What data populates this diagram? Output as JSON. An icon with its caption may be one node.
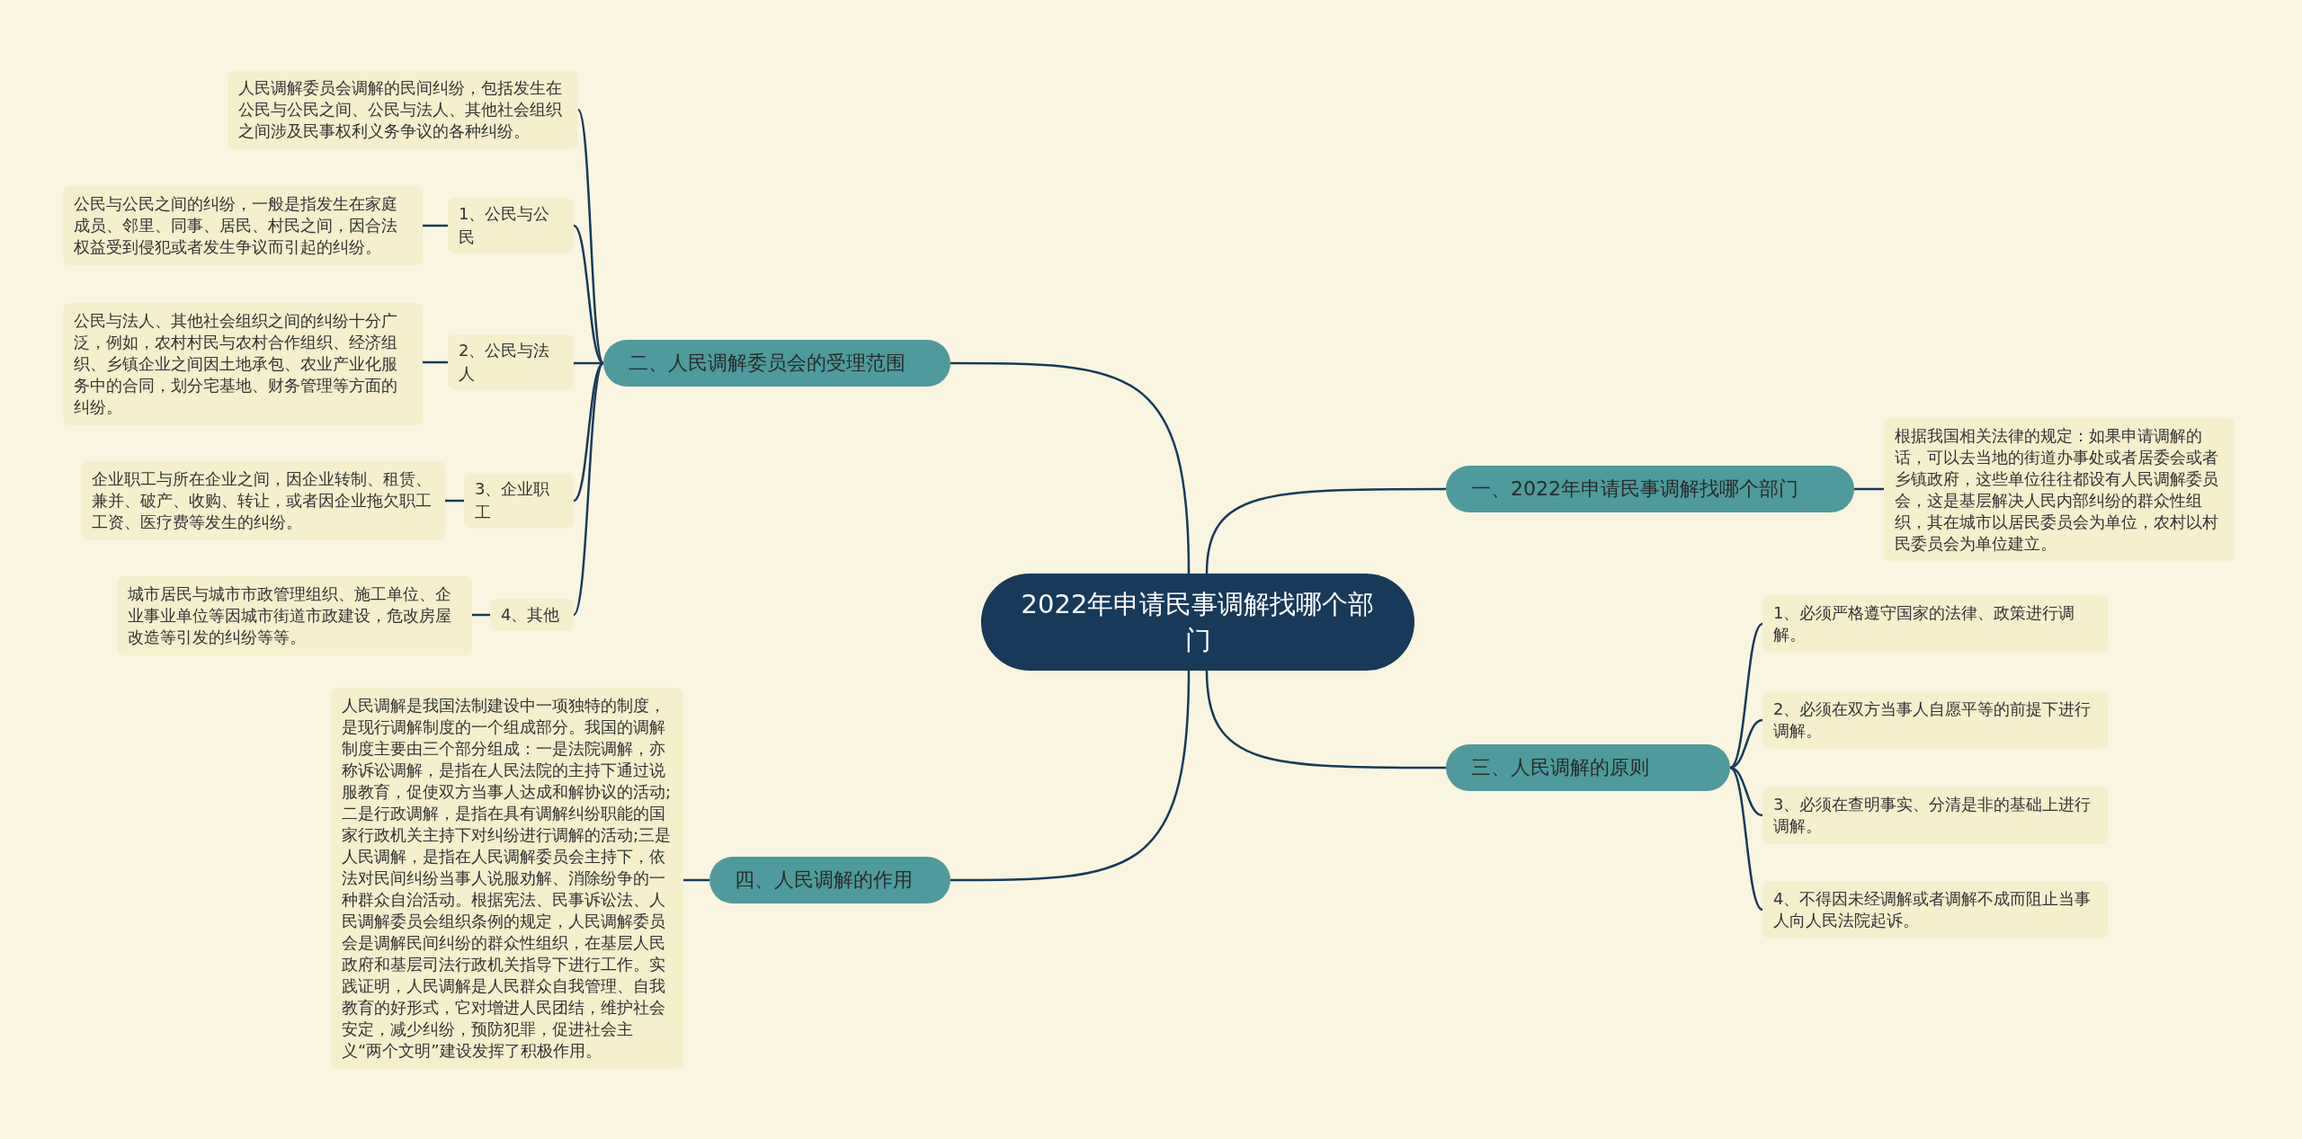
{
  "diagram": {
    "nodes": [
      {
        "text": [
          "2022年申请民事调解找哪个部门"
        ]
      },
      {
        "text": [
          "一、2022年申请民事调解找哪个部门"
        ]
      },
      {
        "text": [
          "根据我国相关法律的规定：如果申请调解的话，可以去当地的街道办事处或者居委会或者乡镇政府，这些单位往往都设有人民调解委员会，这是基层解决人民内部纠纷的群众性组织，其在城市以居民委员会为单位，农村以村民委员会为单位建立。"
        ]
      },
      {
        "text": [
          "二、人民调解委员会的受理范围"
        ]
      },
      {
        "text": [
          "人民调解委员会调解的民间纠纷，包括发生在公民与公民之间、公民与法人、其他社会组织之间涉及民事权利义务争议的各种纠纷。"
        ]
      },
      {
        "text": [
          "1、公民与公民"
        ]
      },
      {
        "text": [
          "公民与公民之间的纠纷，一般是指发生在家庭成员、邻里、同事、居民、村民之间，因合法权益受到侵犯或者发生争议而引起的纠纷。"
        ]
      },
      {
        "text": [
          "2、公民与法人"
        ]
      },
      {
        "text": [
          "公民与法人、其他社会组织之间的纠纷十分广泛，例如，农村村民与农村合作组织、经济组织、乡镇企业之间因土地承包、农业产业化服务中的合同，划分宅基地、财务管理等方面的纠纷。"
        ]
      },
      {
        "text": [
          "3、企业职工"
        ]
      },
      {
        "text": [
          "企业职工与所在企业之间，因企业转制、租赁、兼并、破产、收购、转让，或者因企业拖欠职工工资、医疗费等发生的纠纷。"
        ]
      },
      {
        "text": [
          "4、其他"
        ]
      },
      {
        "text": [
          "城市居民与城市市政管理组织、施工单位、企业事业单位等因城市街道市政建设，危改房屋改造等引发的纠纷等等。"
        ]
      },
      {
        "text": [
          "三、人民调解的原则"
        ]
      },
      {
        "text": [
          "1、必须严格遵守国家的法律、政策进行调解。"
        ]
      },
      {
        "text": [
          "2、必须在双方当事人自愿平等的前提下进行调解。"
        ]
      },
      {
        "text": [
          "3、必须在查明事实、分清是非的基础上进行调解。"
        ]
      },
      {
        "text": [
          "4、不得因未经调解或者调解不成而阻止当事人向人民法院起诉。"
        ]
      },
      {
        "text": [
          "四、人民调解的作用"
        ]
      },
      {
        "text": [
          "人民调解是我国法制建设中一项独特的制度，是现行调解制度的一个组成部分。我国的调解制度主要由三个部分组成：一是法院调解，亦称诉讼调解，是指在人民法院的主持下通过说服教育，促使双方当事人达成和解协议的活动;二是行政调解，是指在具有调解纠纷职能的国家行政机关主持下对纠纷进行调解的活动;三是人民调解，是指在人民调解委员会主持下，依法对民间纠纷当事人说服劝解、消除纷争的一种群众自治活动。根据宪法、民事诉讼法、人民调解委员会组织条例的规定，人民调解委员会是调解民间纠纷的群众性组织，在基层人民政府和基层司法行政机关指导下进行工作。实践证明，人民调解是人民群众自我管理、自我教育的好形式，它对增进人民团结，维护社会安定，减少纠纷，预防犯罪，促进社会主义“两个文明”建设发挥了积极作用。"
        ]
      }
    ],
    "edges": [
      {
        "from": 0,
        "to": 1,
        "arrow": "none"
      },
      {
        "from": 1,
        "to": 2,
        "arrow": "none"
      },
      {
        "from": 0,
        "to": 3,
        "arrow": "none"
      },
      {
        "from": 3,
        "to": 4,
        "arrow": "none"
      },
      {
        "from": 3,
        "to": 5,
        "arrow": "none"
      },
      {
        "from": 5,
        "to": 6,
        "arrow": "none"
      },
      {
        "from": 3,
        "to": 7,
        "arrow": "none"
      },
      {
        "from": 7,
        "to": 8,
        "arrow": "none"
      },
      {
        "from": 3,
        "to": 9,
        "arrow": "none"
      },
      {
        "from": 9,
        "to": 10,
        "arrow": "none"
      },
      {
        "from": 3,
        "to": 11,
        "arrow": "none"
      },
      {
        "from": 11,
        "to": 12,
        "arrow": "none"
      },
      {
        "from": 0,
        "to": 13,
        "arrow": "none"
      },
      {
        "from": 13,
        "to": 14,
        "arrow": "none"
      },
      {
        "from": 13,
        "to": 15,
        "arrow": "none"
      },
      {
        "from": 13,
        "to": 16,
        "arrow": "none"
      },
      {
        "from": 13,
        "to": 17,
        "arrow": "none"
      },
      {
        "from": 0,
        "to": 18,
        "arrow": "none"
      },
      {
        "from": 18,
        "to": 19,
        "arrow": "none"
      }
    ]
  }
}
